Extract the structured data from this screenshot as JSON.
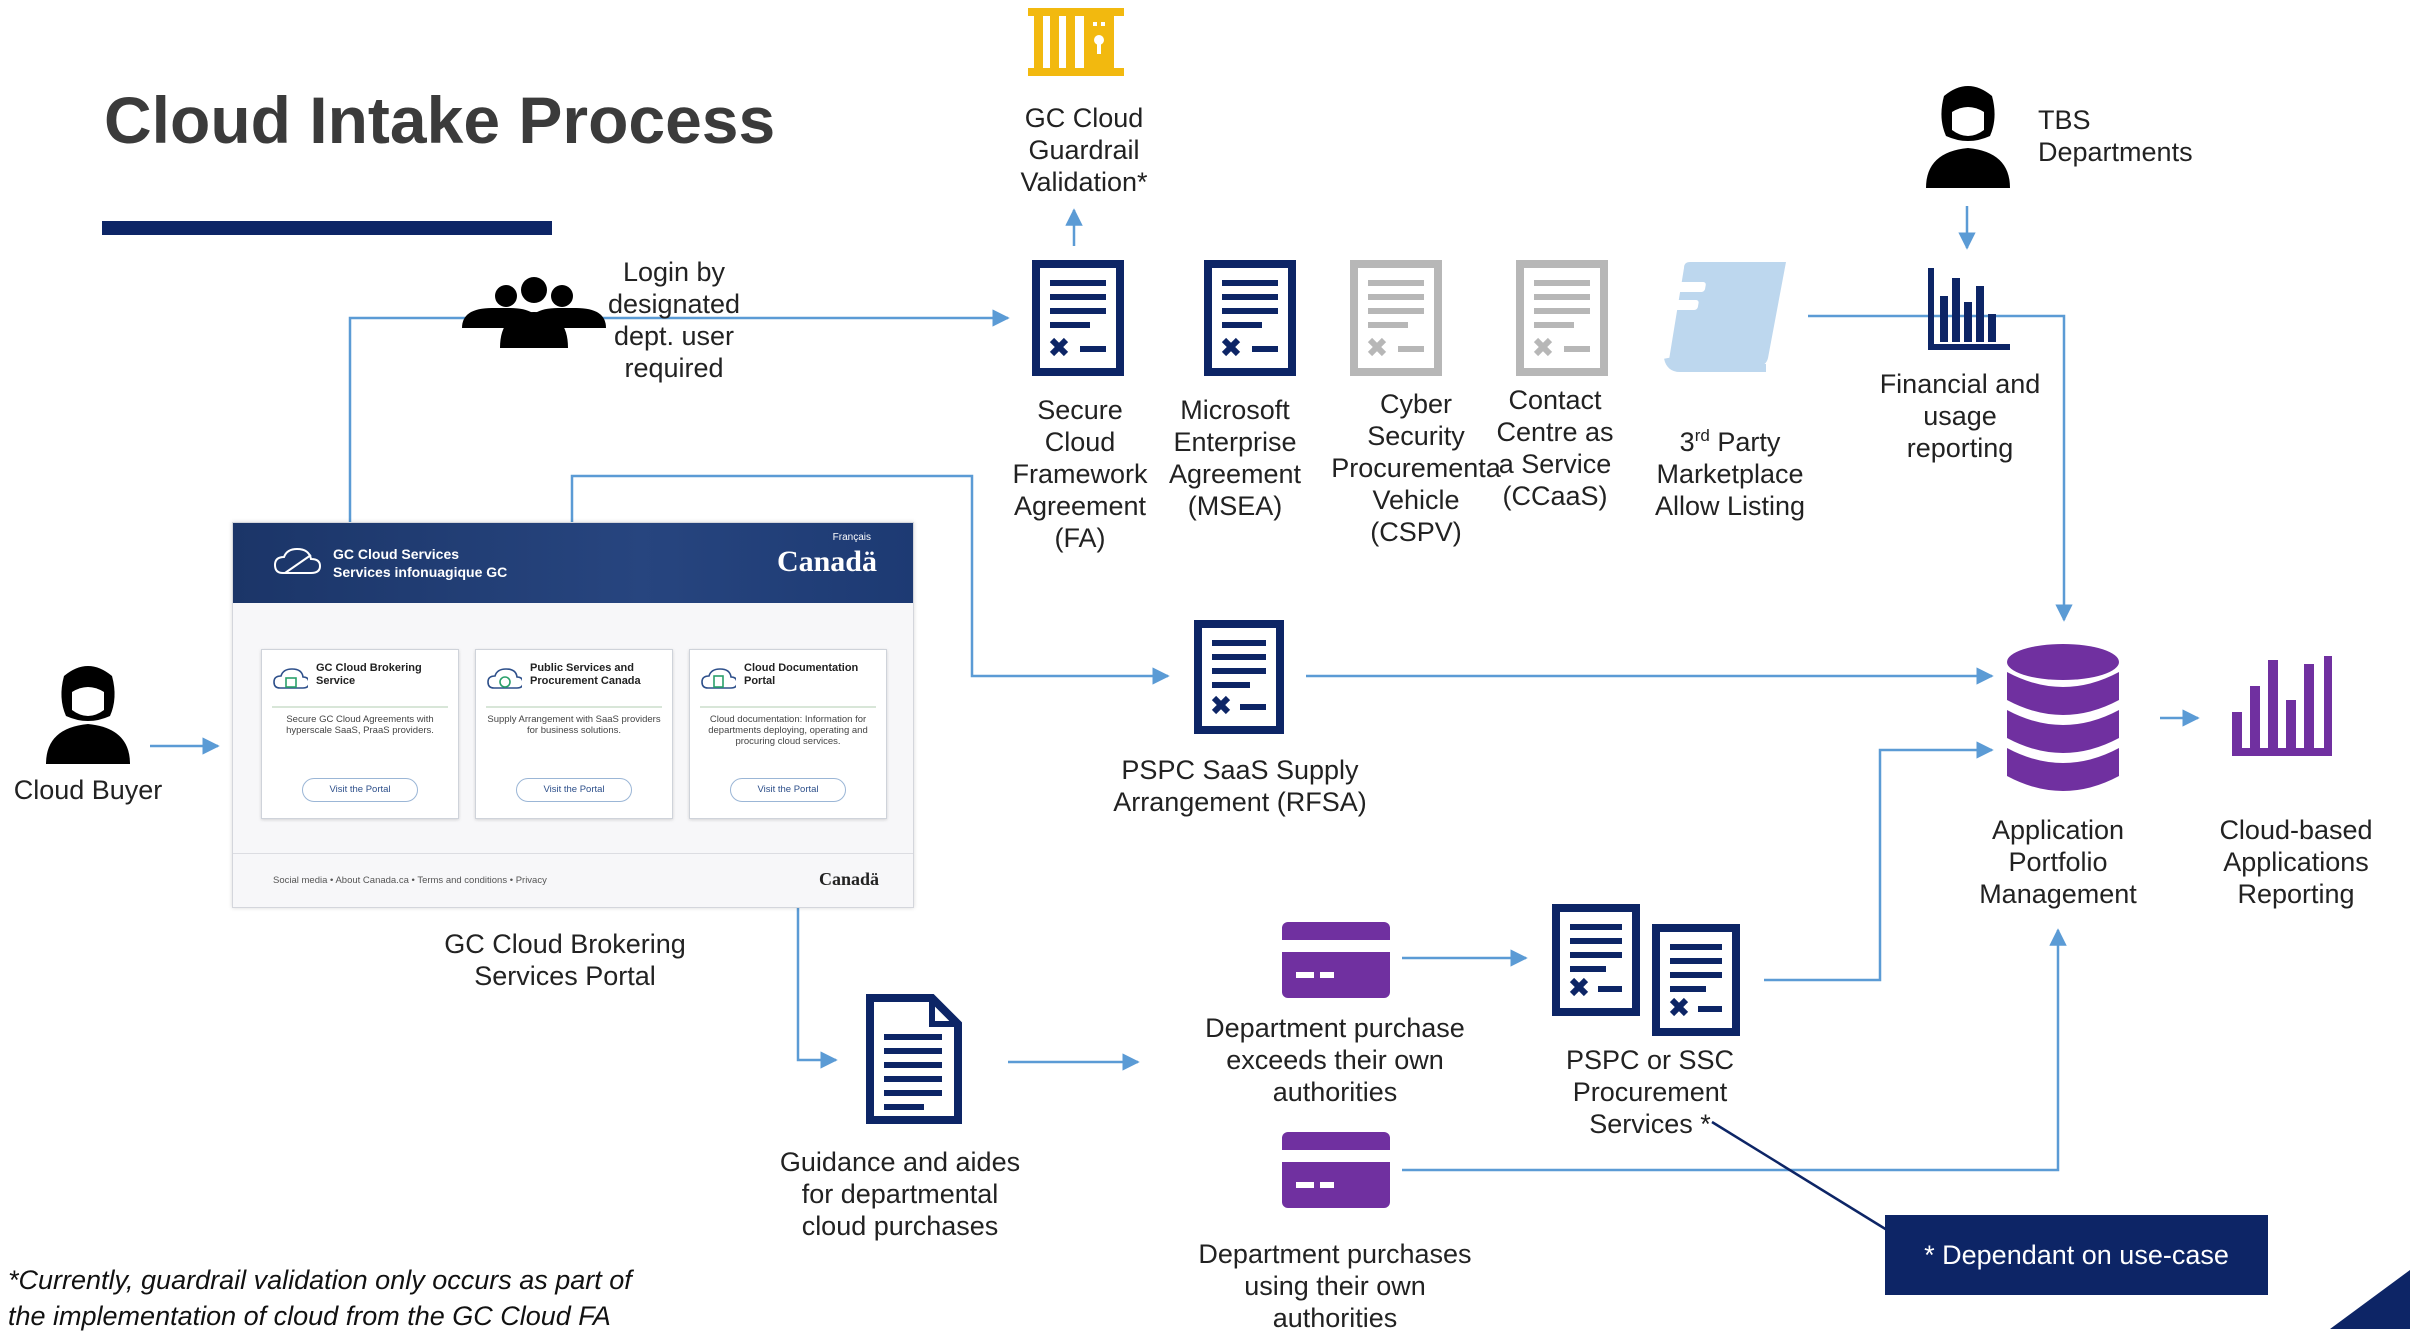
{
  "title": "Cloud Intake Process",
  "nodes": {
    "guardrail": "GC Cloud\nGuardrail\nValidation*",
    "login": "Login by\ndesignated\ndept. user\nrequired",
    "scfa": "Secure\nCloud\nFramework\nAgreement\n(FA)",
    "msea": "Microsoft\nEnterprise\nAgreement\n(MSEA)",
    "cspv": "Cyber\nSecurity\nProcurementa\nVehicle\n(CSPV)",
    "ccaas": "Contact\nCentre as\na Service\n(CCaaS)",
    "marketplace_sup": "rd",
    "marketplace_pre": "3",
    "marketplace_post": " Party",
    "marketplace_rest": "Marketplace\nAllow Listing",
    "tbs": "TBS\nDepartments",
    "financial": "Financial and\nusage\nreporting",
    "pspc_saas": "PSPC SaaS Supply\nArrangement (RFSA)",
    "apm": "Application\nPortfolio\nManagement",
    "cloud_reporting": "Cloud-based\nApplications\nReporting",
    "cloud_buyer": "Cloud Buyer",
    "portal_label": "GC Cloud Brokering\nServices Portal",
    "guidance": "Guidance and aides\nfor departmental\ncloud purchases",
    "dept_exceeds": "Department purchase\nexceeds their own\nauthorities",
    "dept_own": "Department purchases\nusing their own\nauthorities",
    "procurement": "PSPC or SSC\nProcurement\nServices *",
    "dependant": "* Dependant on use-case",
    "footnote": "*Currently, guardrail validation only occurs as part of\nthe implementation of cloud from the GC Cloud FA"
  },
  "portal": {
    "name": "GC Cloud Services\nServices infonuagique GC",
    "lang": "Français",
    "canada": "Canadä",
    "cards": [
      {
        "title": "GC Cloud Brokering Service",
        "desc": "Secure GC Cloud Agreements with hyperscale SaaS, PraaS providers.",
        "btn": "Visit the Portal"
      },
      {
        "title": "Public Services and Procurement Canada",
        "desc": "Supply Arrangement with SaaS providers for business solutions.",
        "btn": "Visit the Portal"
      },
      {
        "title": "Cloud Documentation Portal",
        "desc": "Cloud documentation: Information for departments deploying, operating and procuring cloud services.",
        "btn": "Visit the Portal"
      }
    ],
    "footer": "Social media  •  About Canada.ca  •  Terms and conditions  •  Privacy",
    "canada_footer": "Canadä"
  },
  "colors": {
    "navy": "#0d2566",
    "connector": "#5b9bd5",
    "purple": "#7030a0",
    "gold": "#f2b90f",
    "grey": "#b7b7b7",
    "light_blue": "#bdd7ee"
  }
}
